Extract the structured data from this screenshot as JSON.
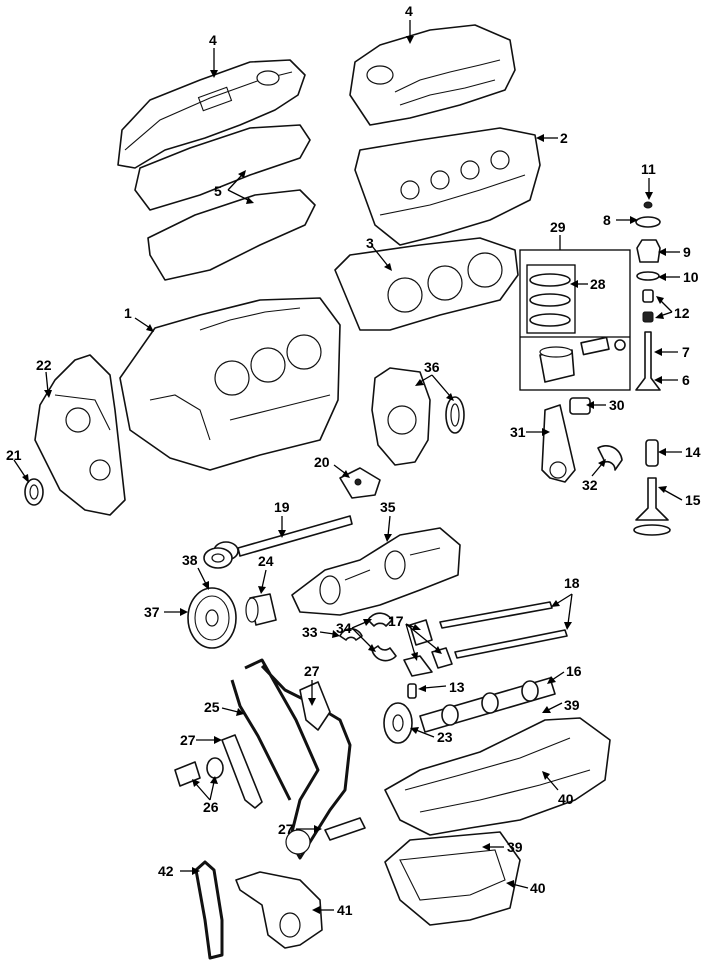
{
  "callouts": {
    "n1": "1",
    "n2": "2",
    "n3": "3",
    "n4a": "4",
    "n4b": "4",
    "n5": "5",
    "n6": "6",
    "n7": "7",
    "n8": "8",
    "n9": "9",
    "n10": "10",
    "n11": "11",
    "n12": "12",
    "n13": "13",
    "n14": "14",
    "n15": "15",
    "n16": "16",
    "n17a": "17",
    "n17b": "17",
    "n18": "18",
    "n19": "19",
    "n20": "20",
    "n21": "21",
    "n22": "22",
    "n23": "23",
    "n24": "24",
    "n25": "25",
    "n26": "26",
    "n27a": "27",
    "n27b": "27",
    "n27c": "27",
    "n28": "28",
    "n29": "29",
    "n30": "30",
    "n31": "31",
    "n32": "32",
    "n33": "33",
    "n34": "34",
    "n35": "35",
    "n36": "36",
    "n37": "37",
    "n38": "38",
    "n39a": "39",
    "n39b": "39",
    "n40a": "40",
    "n40b": "40",
    "n41": "41",
    "n42": "42"
  }
}
